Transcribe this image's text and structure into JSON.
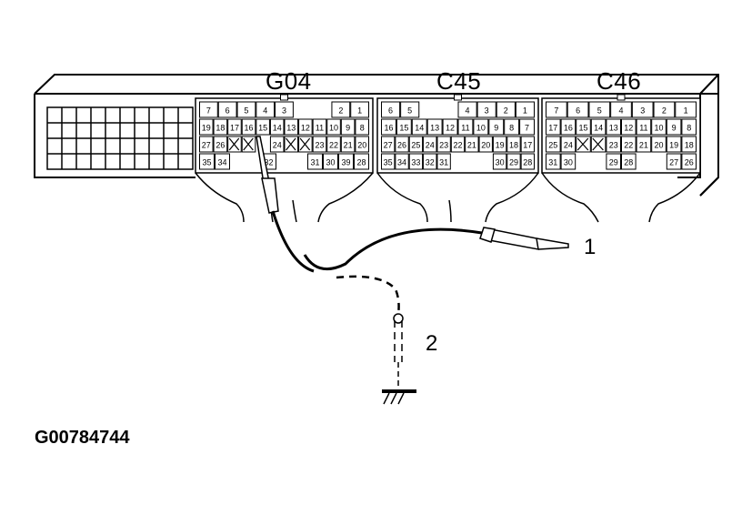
{
  "connectors": [
    {
      "id": "G04",
      "label": "G04",
      "rows": [
        [
          "7",
          "6",
          "5",
          "4",
          "3",
          "",
          "",
          "2",
          "1"
        ],
        [
          "19",
          "18",
          "17",
          "16",
          "15",
          "14",
          "13",
          "12",
          "11",
          "10",
          "9",
          "8"
        ],
        [
          "27",
          "26",
          "X",
          "X",
          "",
          "24",
          "X",
          "X",
          "23",
          "22",
          "21",
          "20"
        ],
        [
          "35",
          "34",
          "",
          "",
          "32",
          "",
          "",
          "31",
          "30",
          "39",
          "28"
        ]
      ]
    },
    {
      "id": "C45",
      "label": "C45",
      "rows": [
        [
          "6",
          "5",
          "",
          "",
          "4",
          "3",
          "2",
          "1"
        ],
        [
          "16",
          "15",
          "14",
          "13",
          "12",
          "11",
          "10",
          "9",
          "8",
          "7"
        ],
        [
          "27",
          "26",
          "25",
          "24",
          "23",
          "22",
          "21",
          "20",
          "19",
          "18",
          "17"
        ],
        [
          "35",
          "34",
          "33",
          "32",
          "31",
          "",
          "",
          "",
          "30",
          "29",
          "28"
        ]
      ]
    },
    {
      "id": "C46",
      "label": "C46",
      "rows": [
        [
          "7",
          "6",
          "5",
          "4",
          "3",
          "2",
          "1"
        ],
        [
          "17",
          "16",
          "15",
          "14",
          "13",
          "12",
          "11",
          "10",
          "9",
          "8"
        ],
        [
          "25",
          "24",
          "X",
          "X",
          "23",
          "22",
          "21",
          "20",
          "19",
          "18"
        ],
        [
          "31",
          "30",
          "",
          "",
          "29",
          "28",
          "",
          "",
          "27",
          "26"
        ]
      ]
    }
  ],
  "callouts": [
    {
      "id": "probe",
      "label": "1"
    },
    {
      "id": "ground-lead",
      "label": "2"
    }
  ],
  "figure_id": "G00784744",
  "colors": {
    "ink": "#000000",
    "paper": "#ffffff"
  }
}
